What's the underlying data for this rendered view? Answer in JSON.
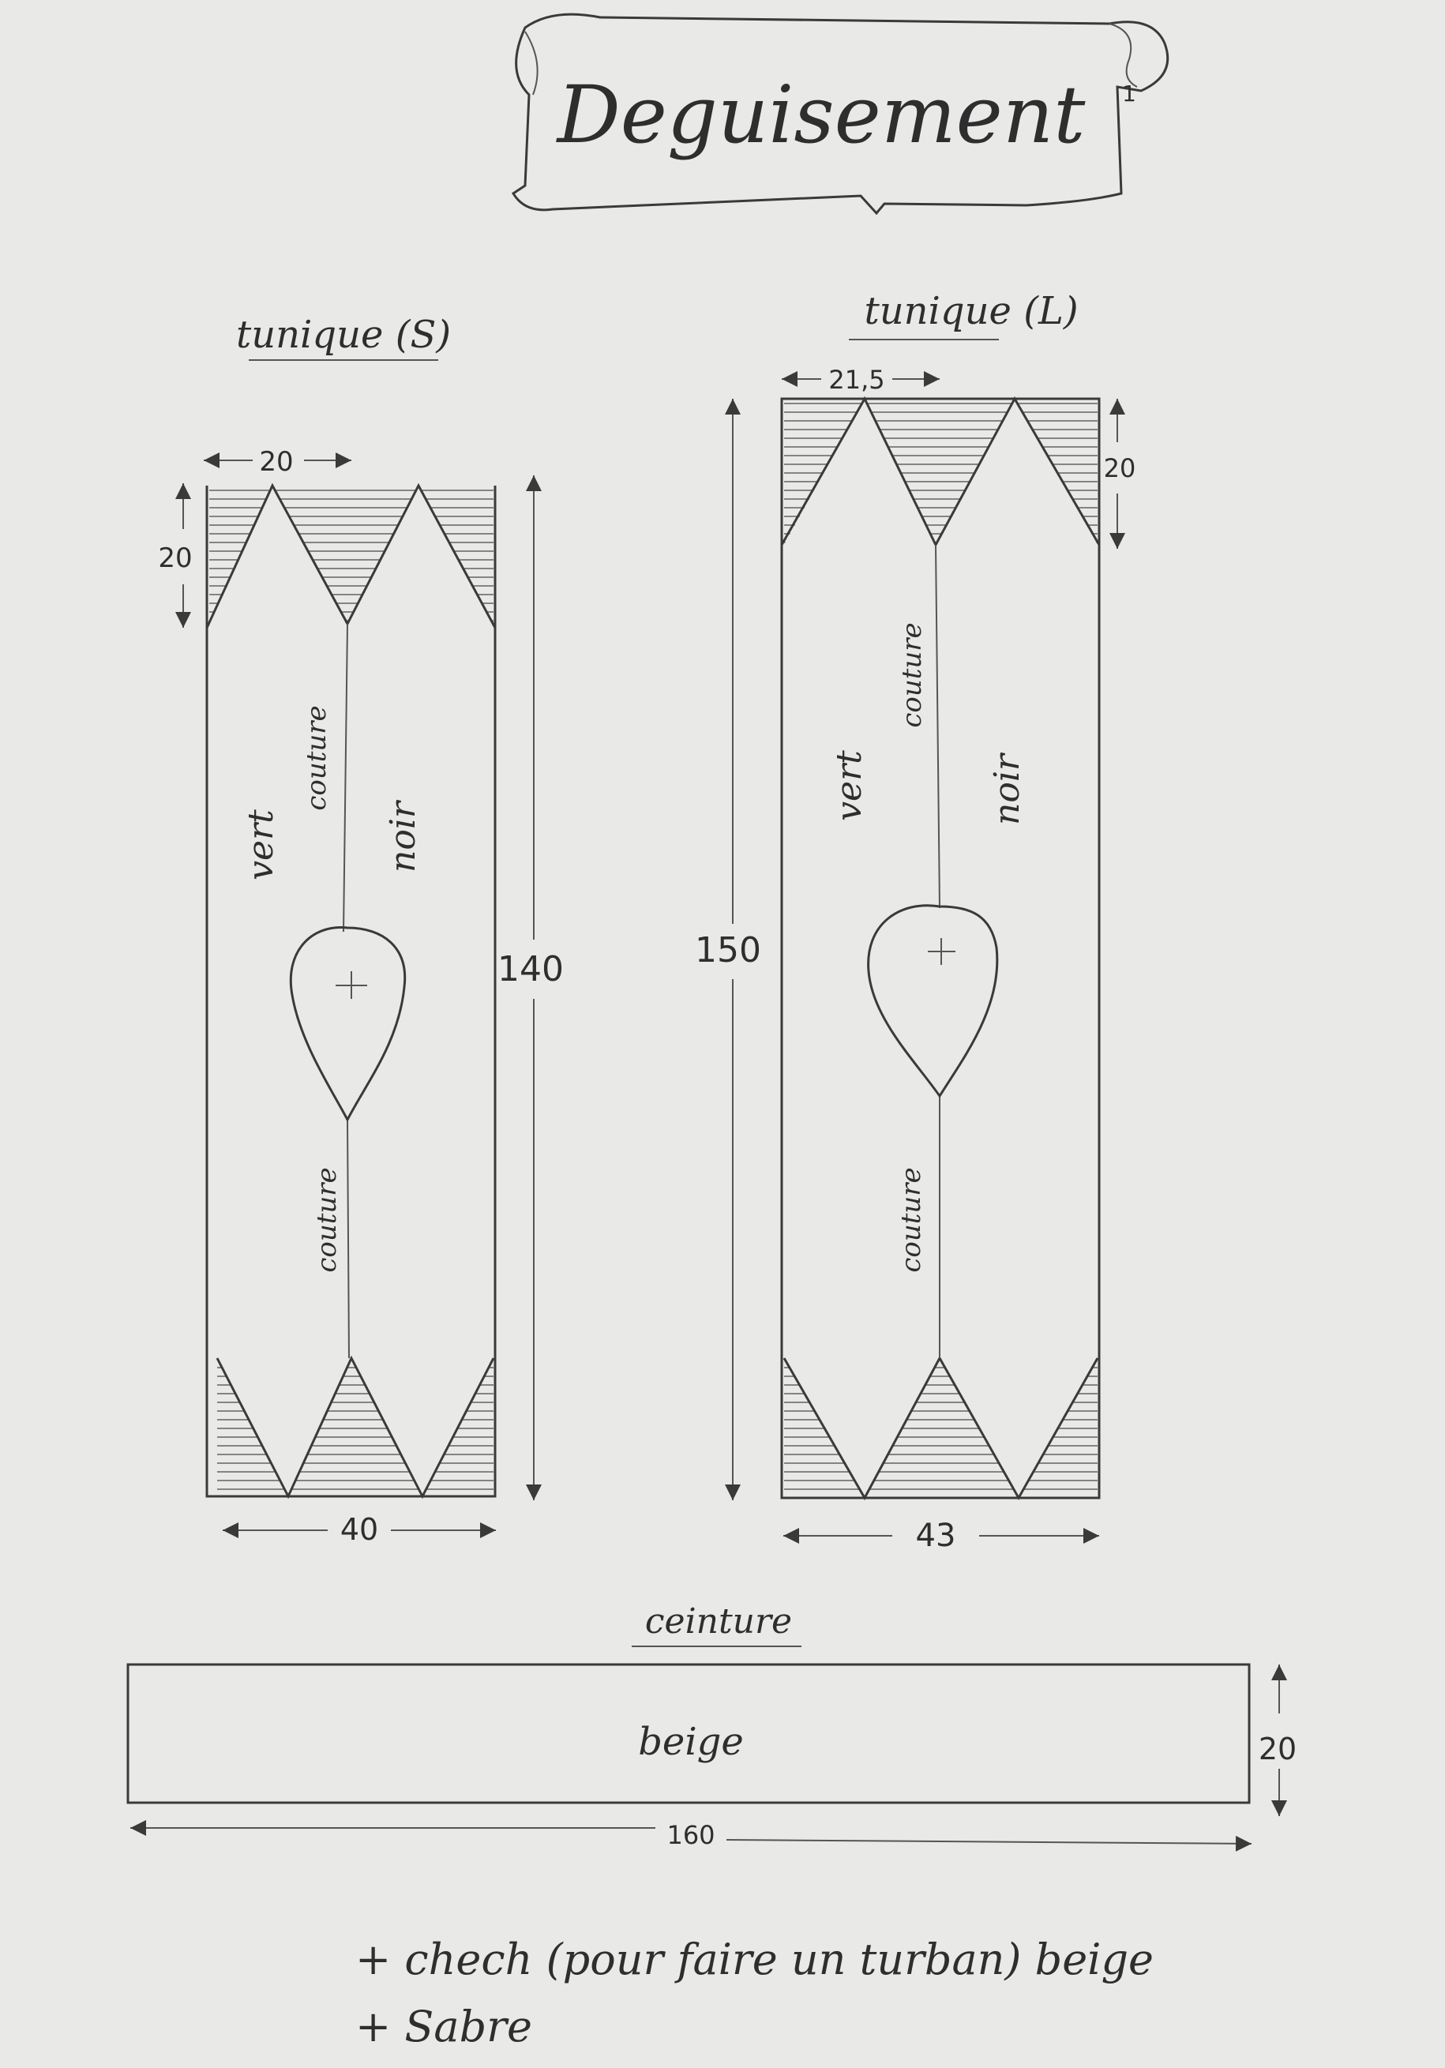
{
  "title": "Deguisement",
  "page_number": "1",
  "tunic_small": {
    "label": "tunique (S)",
    "top_width": "20",
    "top_height": "20",
    "height": "140",
    "width": "40",
    "left_color": "vert",
    "right_color": "noir",
    "seam_top": "couture",
    "seam_bottom": "couture"
  },
  "tunic_large": {
    "label": "tunique (L)",
    "top_width": "21,5",
    "top_height": "20",
    "height": "150",
    "width": "43",
    "left_color": "vert",
    "right_color": "noir",
    "seam_top": "couture",
    "seam_bottom": "couture"
  },
  "belt": {
    "label": "ceinture",
    "color": "beige",
    "height": "20",
    "width": "160"
  },
  "extras": [
    "+ chech (pour faire un turban) beige",
    "+ Sabre"
  ]
}
